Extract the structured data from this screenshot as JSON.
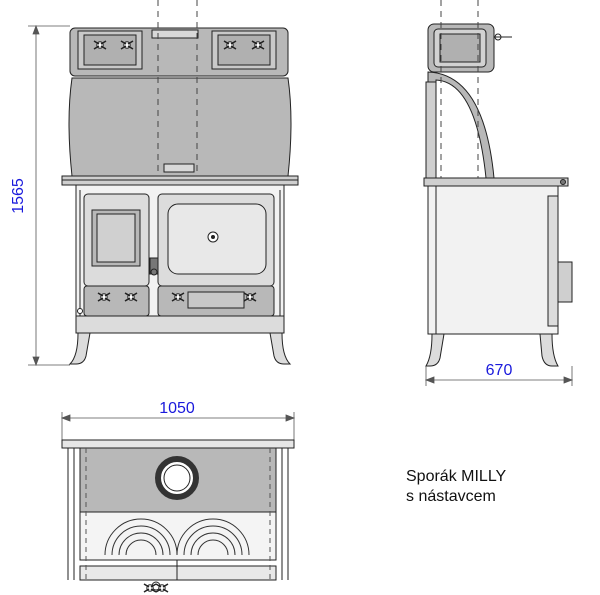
{
  "dimensions": {
    "height": "1565",
    "depth": "670",
    "width": "1050"
  },
  "caption": {
    "line1": "Sporák MILLY",
    "line2": "s nástavcem"
  },
  "colors": {
    "dimension_text": "#1a1adc",
    "panel_fill": "#b8b8b8",
    "line": "#222222"
  }
}
